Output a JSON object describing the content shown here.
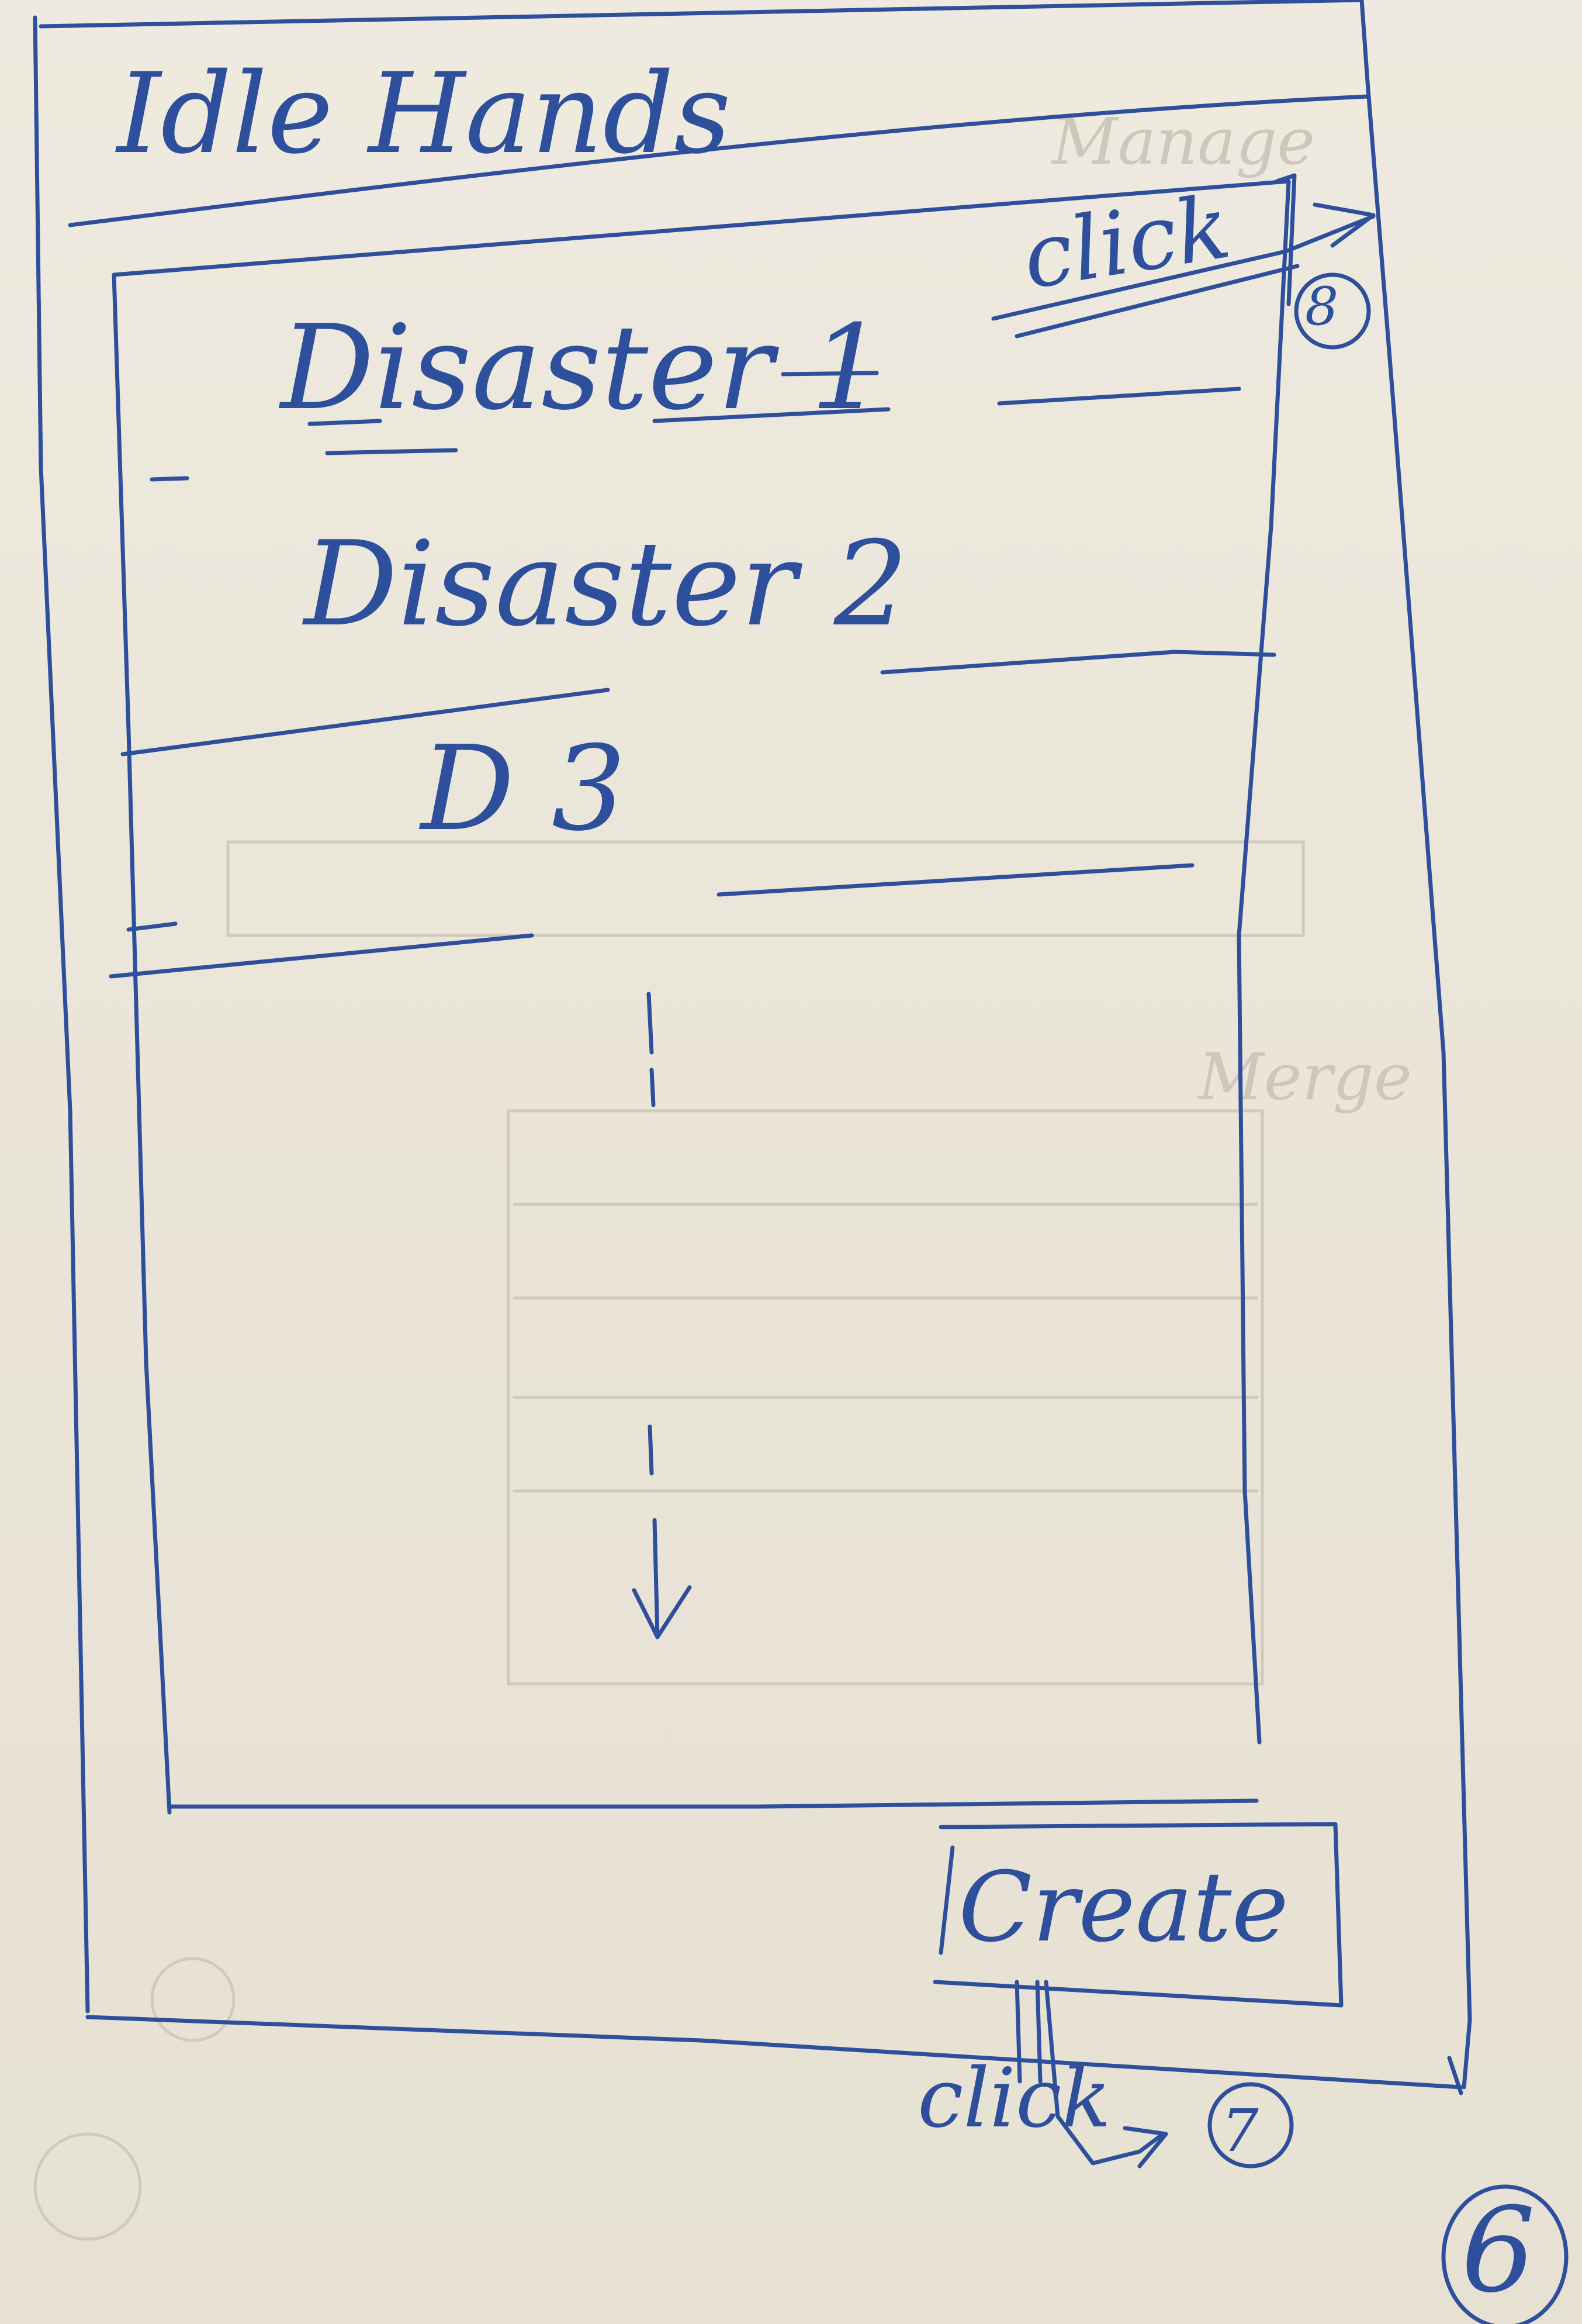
{
  "app": {
    "title": "Idle Hands"
  },
  "disaster_list": {
    "items": [
      {
        "label": "Disaster 1"
      },
      {
        "label": "Disaster 2"
      },
      {
        "label": "D 3"
      }
    ]
  },
  "create_button": {
    "label": "Create"
  },
  "annotations": {
    "click_item_label": "click",
    "click_item_step": "8",
    "click_create_label": "click",
    "click_create_step": "7",
    "screen_number": "6"
  },
  "colors": {
    "ink": "#2d4f9c",
    "paper": "#ece7da",
    "bleed_through": "#cfcabd"
  }
}
